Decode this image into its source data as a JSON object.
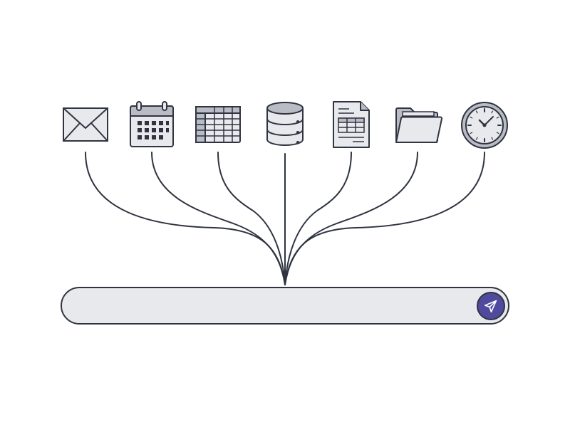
{
  "sources": [
    {
      "id": "mail",
      "icon": "envelope-icon"
    },
    {
      "id": "calendar",
      "icon": "calendar-icon"
    },
    {
      "id": "spreadsheet",
      "icon": "spreadsheet-icon"
    },
    {
      "id": "database",
      "icon": "database-icon"
    },
    {
      "id": "document",
      "icon": "document-icon"
    },
    {
      "id": "folder",
      "icon": "folder-icon"
    },
    {
      "id": "clock",
      "icon": "clock-icon"
    }
  ],
  "input": {
    "value": "",
    "placeholder": ""
  },
  "send_button": {
    "icon": "send-arrow-icon"
  },
  "colors": {
    "stroke": "#2f3440",
    "icon_fill": "#e8e9ed",
    "icon_fill_dark": "#b9bcc5",
    "bar_fill": "#e8e9ed",
    "accent": "#4f4a9e"
  }
}
